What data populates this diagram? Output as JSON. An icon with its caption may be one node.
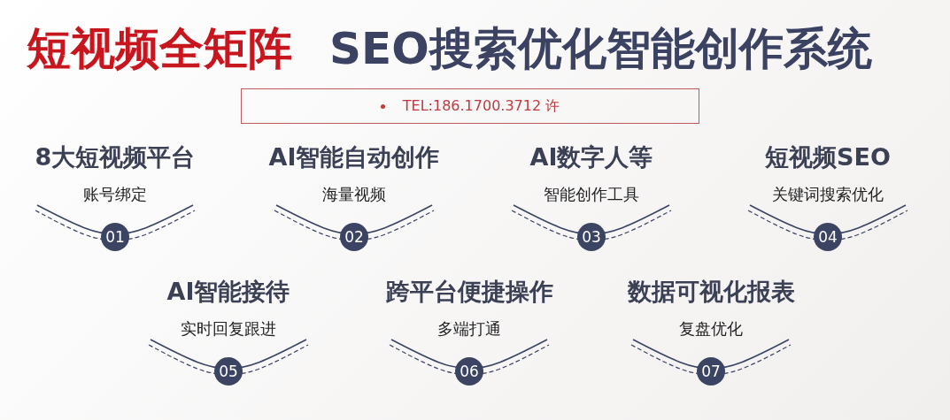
{
  "diagram": {
    "nodes": [
      {
        "text": [
          "TEL:186.1700.3712 许"
        ]
      },
      {
        "text": [
          "01"
        ],
        "beside": [
          "8大短视频平台",
          "账号绑定"
        ]
      },
      {
        "text": [
          "02"
        ],
        "beside": [
          "AI智能自动创作",
          "海量视频"
        ]
      },
      {
        "text": [
          "03"
        ],
        "beside": [
          "AI数字人等",
          "智能创作工具"
        ]
      },
      {
        "text": [
          "04"
        ],
        "beside": [
          "短视频SEO",
          "关键词搜索优化"
        ]
      },
      {
        "text": [
          "05"
        ],
        "beside": [
          "AI智能接待",
          "实时回复跟进"
        ]
      },
      {
        "text": [
          "06"
        ],
        "beside": [
          "跨平台便捷操作",
          "多端打通"
        ]
      },
      {
        "text": [
          "07"
        ],
        "beside": [
          "数据可视化报表",
          "复盘优化"
        ]
      }
    ],
    "labels": [
      "短视频全矩阵",
      "SEO搜索优化智能创作系统"
    ]
  }
}
